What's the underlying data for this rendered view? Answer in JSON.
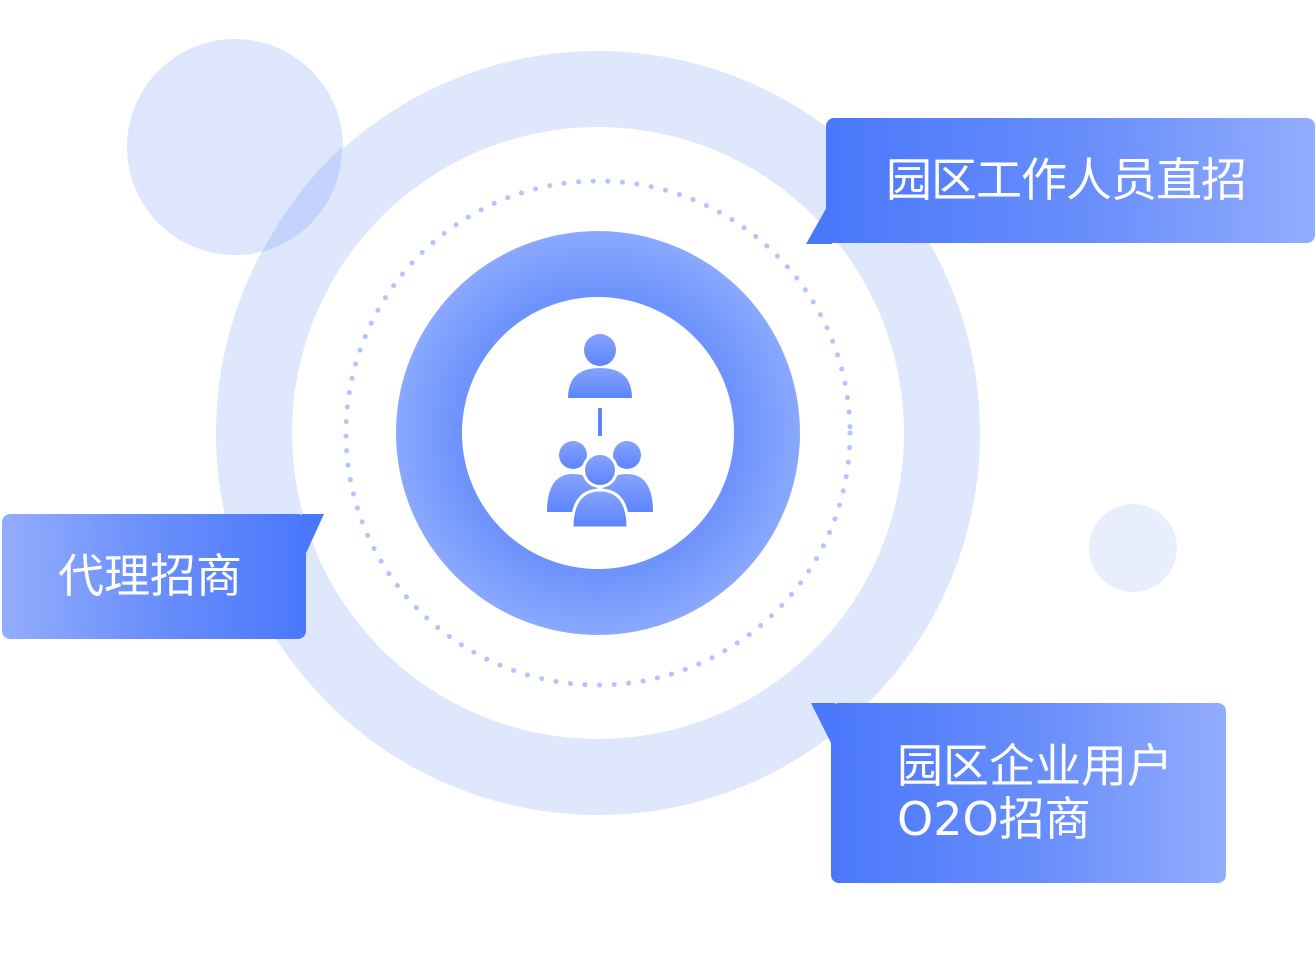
{
  "labels": {
    "top": "园区工作人员直招",
    "left": "代理招商",
    "bottom_line1": "园区企业用户",
    "bottom_line2": "O2O招商"
  },
  "colors": {
    "primary": "#4a78fb",
    "ring_outer": "#dde6fd",
    "ring_inner": "#7ea0fd",
    "dots": "#b2c6fd",
    "icon": "#6d92fc"
  },
  "icon": "people-hierarchy-icon"
}
